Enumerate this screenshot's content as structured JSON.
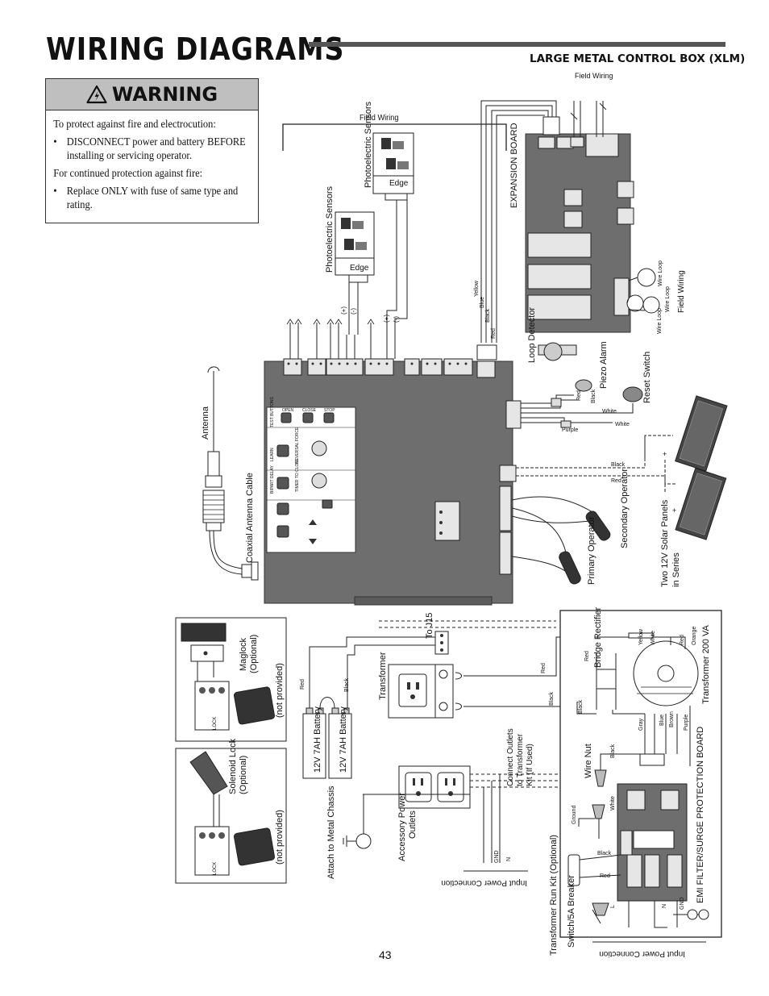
{
  "header": {
    "title": "WIRING DIAGRAMS",
    "section": "LARGE METAL CONTROL BOX (XLM)"
  },
  "warning": {
    "heading": "WARNING",
    "icon": "electric-hazard-triangle-icon",
    "line1": "To protect against fire and electrocution:",
    "bullet1": "DISCONNECT power and battery BEFORE installing or servicing operator.",
    "line2": "For continued protection against fire:",
    "bullet2": "Replace ONLY with fuse of same type and rating."
  },
  "labels": {
    "field_wiring": "Field Wiring",
    "photoelectric_sensors": "Photoelectric Sensors",
    "edge": "Edge",
    "expansion_board": "EXPANSION BOARD",
    "antenna": "Antenna",
    "coaxial_cable": "Coaxial Antenna Cable",
    "loop_detector": "Loop Detector",
    "piezo_alarm": "Piezo Alarm",
    "reset_switch": "Reset Switch",
    "wire_loop": "Wire Loop",
    "solar_panels": "Two 12V Solar Panels in Series",
    "secondary_operator": "Secondary Operator",
    "primary_operator": "Primary Operator",
    "maglock": "Maglock (Optional)",
    "not_provided": "(not provided)",
    "solenoid_lock": "Solenoid Lock (Optional)",
    "battery": "12V 7AH Battery",
    "to_j15": "To J15",
    "transformer": "Transformer",
    "connect_outlets": "Connect Outlets to Transformer Kit (If Used)",
    "accessory_outlets": "Accessory Power Outlets",
    "attach_chassis": "Attach to Metal Chassis",
    "input_power": "Input Power Connection",
    "bridge_rectifier": "Bridge Rectifier",
    "transformer_200va": "Transformer 200 VA",
    "wire_nut": "Wire Nut",
    "emi_board": "EMI FILTER/SURGE PROTECTION BOARD",
    "switch_breaker": "Switch/5A Breaker",
    "transformer_kit": "Transformer Run Kit (Optional)",
    "ground": "Ground",
    "gnd": "GND",
    "n": "N",
    "l": "L",
    "plus": "(+)",
    "minus": "(-)",
    "lock": "LOCK"
  },
  "wire_colors": {
    "red": "Red",
    "black": "Black",
    "white": "White",
    "yellow": "Yellow",
    "blue": "Blue",
    "purple": "Purple",
    "gray": "Gray",
    "brown": "Brown",
    "orange": "Orange"
  },
  "board": {
    "test_buttons": "TEST BUTTONS",
    "open": "OPEN",
    "close": "CLOSE",
    "stop": "STOP",
    "learn": "LEARN",
    "reversal_force": "REVERSAL FORCE",
    "timer_to_close": "TIMER TO CLOSE",
    "bipart_delay": "BIPART DELAY"
  },
  "page_number": "43"
}
